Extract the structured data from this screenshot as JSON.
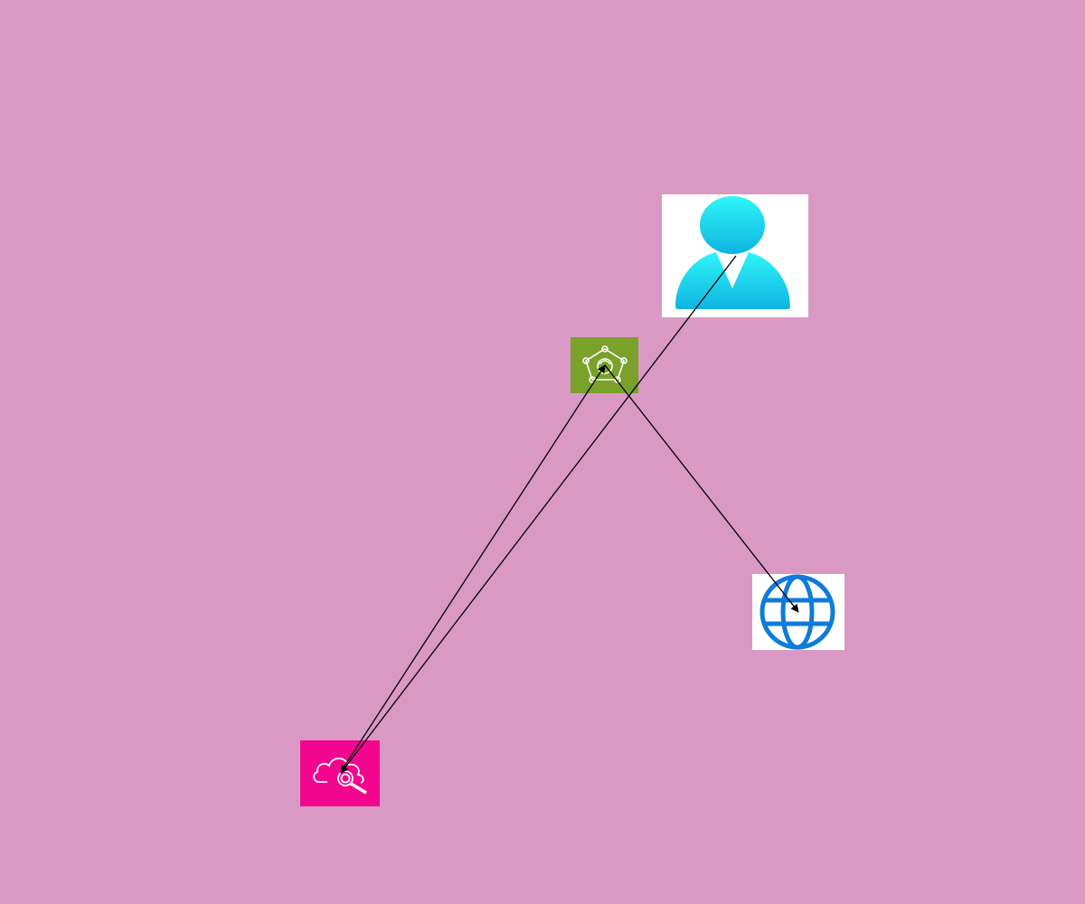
{
  "colors": {
    "background": "#DA99C5",
    "edge": "#000000",
    "user_tile": "#FFFFFF",
    "user_gradient_top": "#2FF5F8",
    "user_gradient_bottom": "#0FB4E0",
    "service_tile": "#7AA12A",
    "service_glyph": "#FFFFFF",
    "search_tile": "#F3068F",
    "search_glyph": "#FFFFFF",
    "web_tile": "#FFFFFF",
    "web_glyph": "#0E7BDB"
  },
  "nodes": [
    {
      "id": "user",
      "icon": "user-icon"
    },
    {
      "id": "service",
      "icon": "network-service-icon"
    },
    {
      "id": "web",
      "icon": "globe-icon"
    },
    {
      "id": "search",
      "icon": "cloud-search-icon"
    }
  ],
  "edges": [
    {
      "from": "user",
      "to": "search"
    },
    {
      "from": "search",
      "to": "service"
    },
    {
      "from": "service",
      "to": "web"
    }
  ]
}
